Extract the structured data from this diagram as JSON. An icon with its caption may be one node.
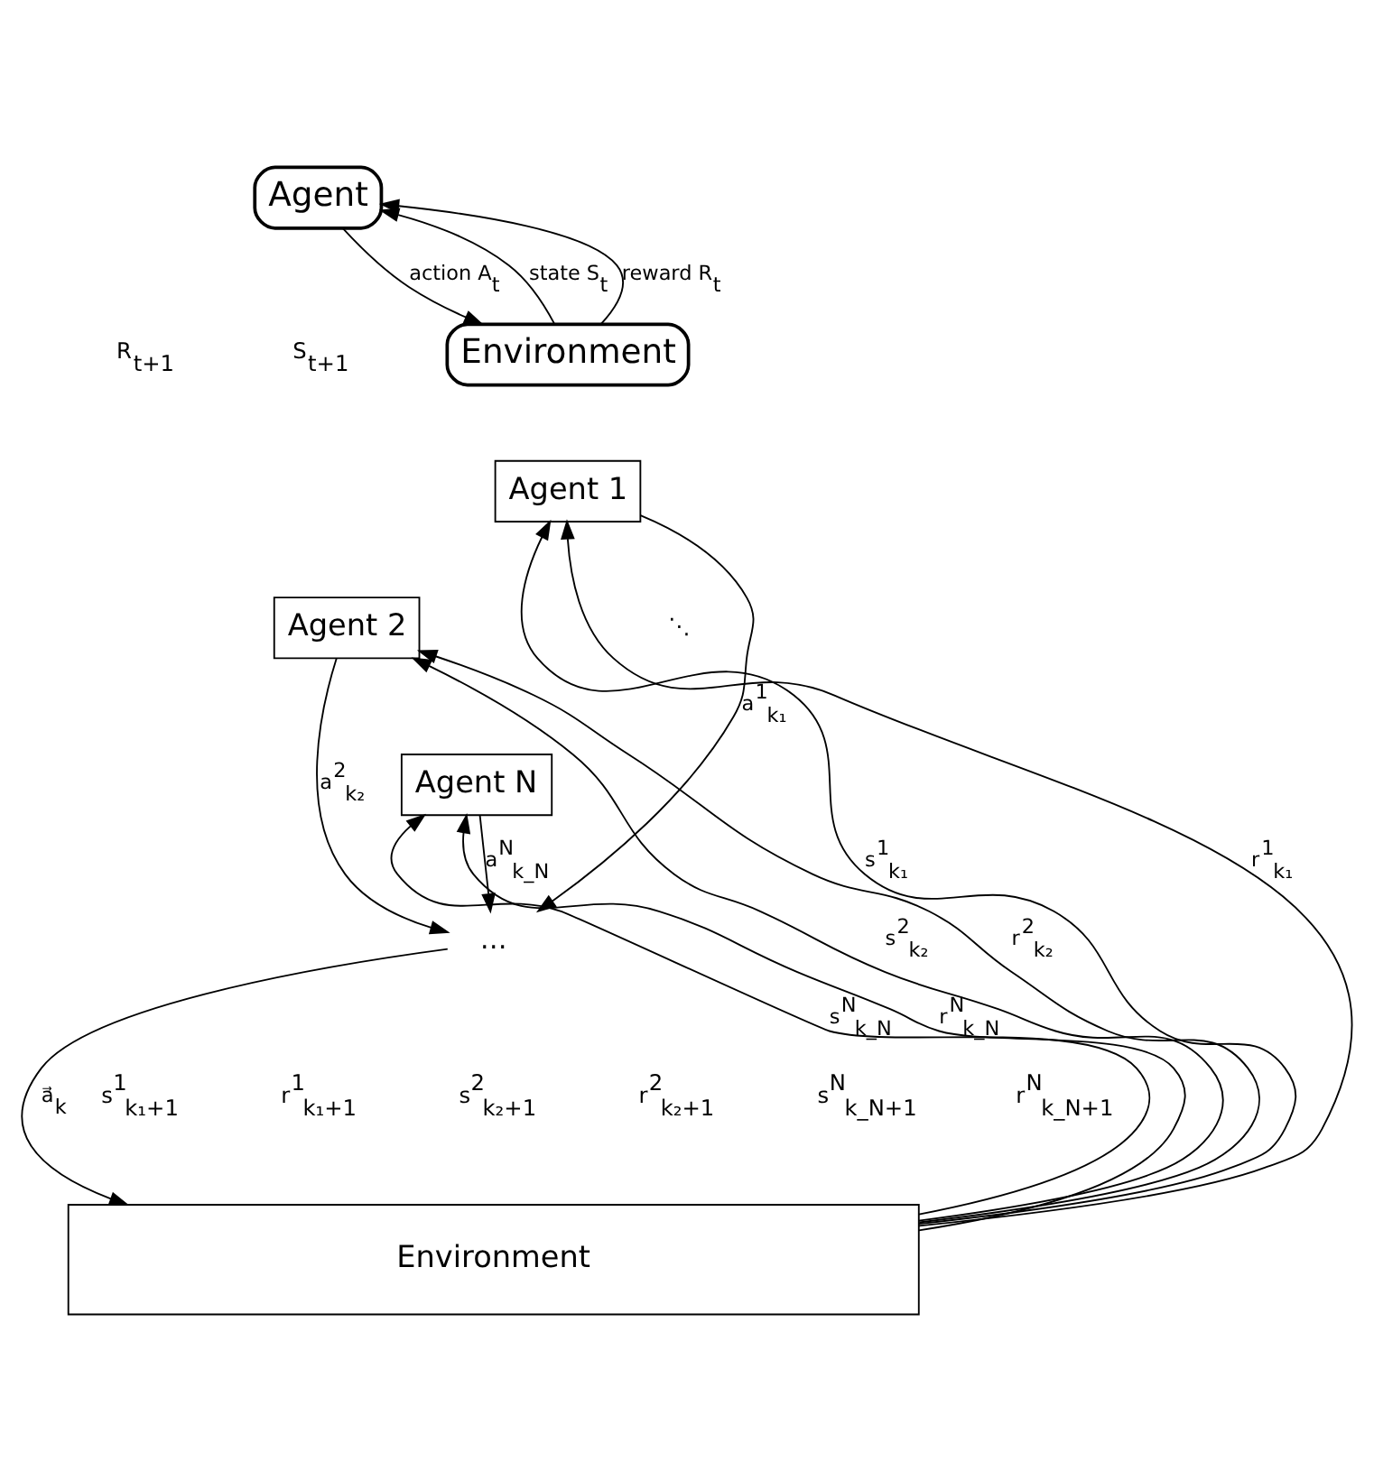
{
  "diagram": {
    "nodes": [
      {
        "text": [
          "Agent"
        ]
      },
      {
        "text": [
          "Environment"
        ]
      },
      {
        "text": [
          "Agent 1"
        ]
      },
      {
        "text": [
          "Agent 2"
        ]
      },
      {
        "text": [
          "Agent N"
        ]
      },
      {
        "text": [
          "Environment"
        ]
      },
      {
        "text": [
          "…"
        ]
      }
    ],
    "edges": [
      {
        "from": 1,
        "to": 0,
        "arrow": "to",
        "label": "state S$_{t}$"
      },
      {
        "from": 1,
        "to": 0,
        "arrow": "to",
        "label": "reward R$_{t}$"
      },
      {
        "from": 0,
        "to": 1,
        "arrow": "to",
        "label": "action A$_{t}$"
      },
      {
        "from": 5,
        "to": 2,
        "arrow": "to",
        "label": "s$^{1}$$_{k₁}$"
      },
      {
        "from": 5,
        "to": 2,
        "arrow": "to",
        "label": "r$^{1}$$_{k₁}$"
      },
      {
        "from": 5,
        "to": 3,
        "arrow": "to",
        "label": "s$^{2}$$_{k₂}$"
      },
      {
        "from": 5,
        "to": 3,
        "arrow": "to",
        "label": "r$^{2}$$_{k₂}$"
      },
      {
        "from": 5,
        "to": 4,
        "arrow": "to",
        "label": "s$^{N}$$_{k_N}$"
      },
      {
        "from": 5,
        "to": 4,
        "arrow": "to",
        "label": "r$^{N}$$_{k_N}$"
      },
      {
        "from": 2,
        "to": 6,
        "arrow": "to",
        "label": "a$^{1}$$_{k₁}$"
      },
      {
        "from": 3,
        "to": 6,
        "arrow": "to",
        "label": "a$^{2}$$_{k₂}$"
      },
      {
        "from": 4,
        "to": 6,
        "arrow": "to",
        "label": "a$^{N}$$_{k_N}$"
      },
      {
        "from": 6,
        "to": 5,
        "arrow": "to",
        "label": "a⃗$_{k}$"
      }
    ],
    "labels": [
      "R$_{t+1}$",
      "S$_{t+1}$",
      "⋱",
      "s$^{1}$$_{k₁+1}$",
      "r$^{1}$$_{k₁+1}$",
      "s$^{2}$$_{k₂+1}$",
      "r$^{2}$$_{k₂+1}$",
      "s$^{N}$$_{k_N+1}$",
      "r$^{N}$$_{k_N+1}$"
    ]
  }
}
